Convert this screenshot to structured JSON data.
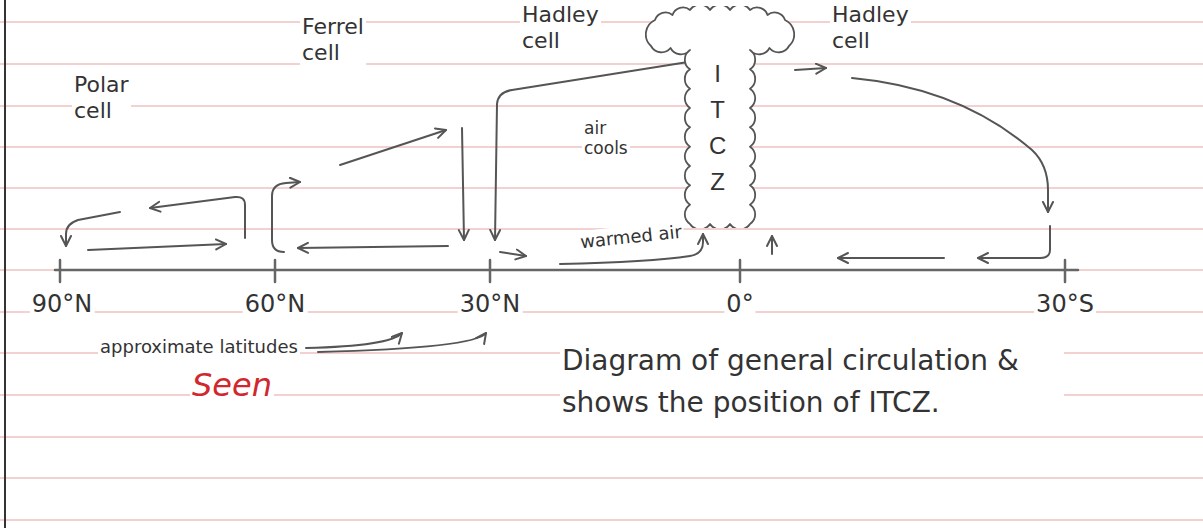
{
  "diagram": {
    "caption": "Diagram of general circulation & shows the position of ITCZ.",
    "nodes": [
      {
        "text": [
          "ITCZ"
        ]
      }
    ],
    "labels": [
      "Polar cell",
      "Ferrel cell",
      "Hadley cell",
      "Hadley cell",
      "air cools",
      "warmed air",
      "90°N",
      "60°N",
      "30°N",
      "0°",
      "30°S",
      "approximate latitudes",
      "Seen"
    ]
  }
}
